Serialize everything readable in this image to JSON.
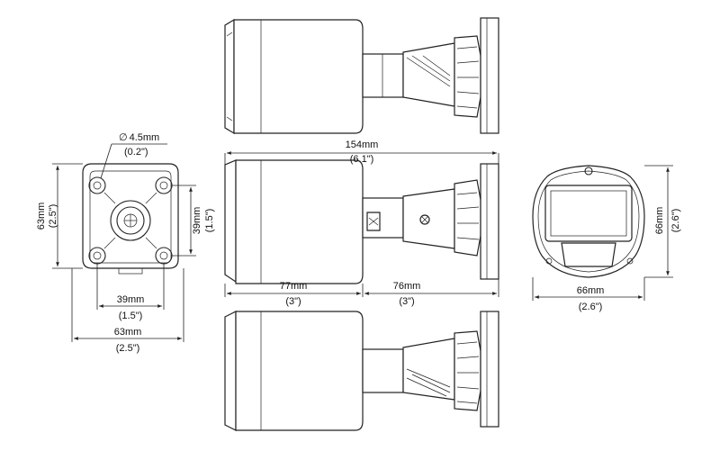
{
  "dimensions": {
    "hole_diameter": {
      "metric": "4.5mm",
      "imperial": "(0.2\")",
      "symbol": "∅"
    },
    "front_height": {
      "metric": "63mm",
      "imperial": "(2.5\")"
    },
    "front_width": {
      "metric": "63mm",
      "imperial": "(2.5\")"
    },
    "hole_spacing_h": {
      "metric": "39mm",
      "imperial": "(1.5\")"
    },
    "hole_spacing_v": {
      "metric": "39mm",
      "imperial": "(1.5\")"
    },
    "total_length": {
      "metric": "154mm",
      "imperial": "(6.1\")"
    },
    "housing_length": {
      "metric": "77mm",
      "imperial": "(3\")"
    },
    "bracket_length": {
      "metric": "76mm",
      "imperial": "(3\")"
    },
    "rear_width": {
      "metric": "66mm",
      "imperial": "(2.6\")"
    },
    "rear_height": {
      "metric": "66mm",
      "imperial": "(2.6\")"
    }
  },
  "colors": {
    "line": "#222222",
    "background": "#ffffff"
  }
}
